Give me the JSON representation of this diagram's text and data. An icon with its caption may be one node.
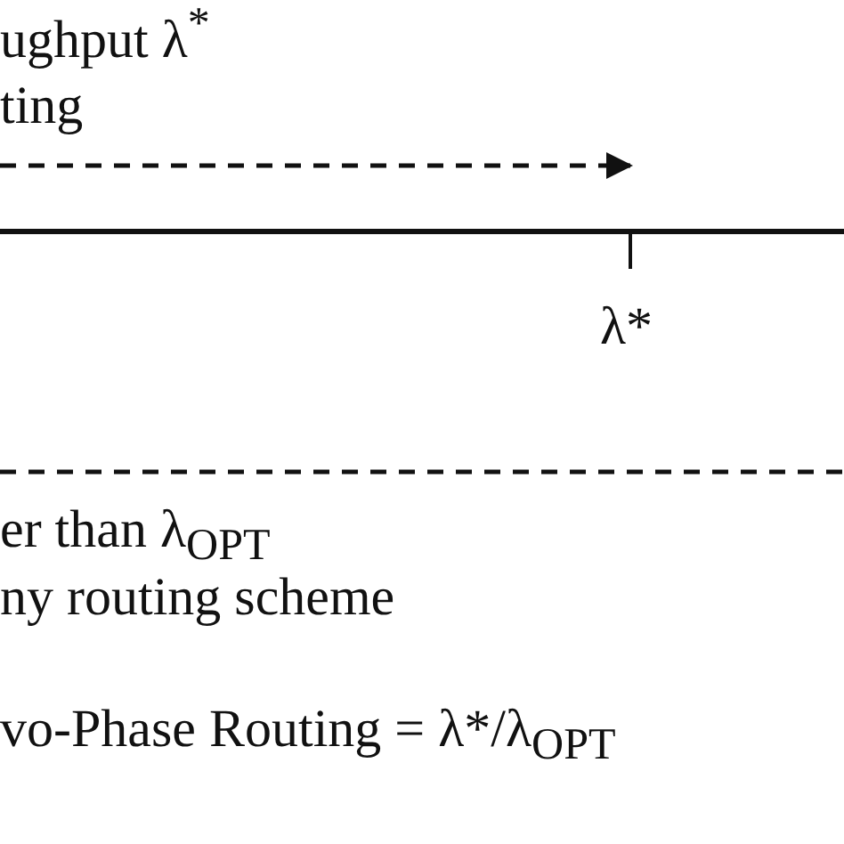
{
  "diagram": {
    "labels": [
      "ughput λ$^{*}$",
      "ting",
      "λ*",
      "er than λ$_{OPT}$",
      "ny routing scheme",
      "vo-Phase Routing = λ*/λ$_{OPT}$"
    ]
  }
}
